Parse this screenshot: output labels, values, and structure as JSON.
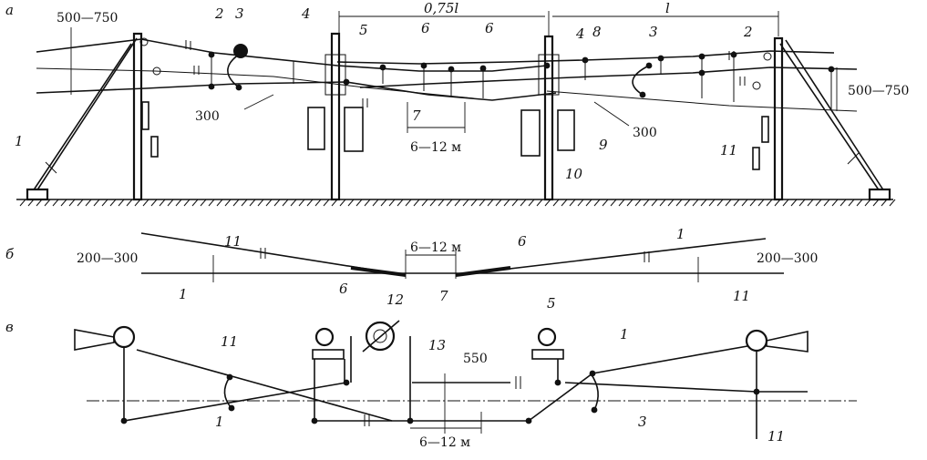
{
  "views": {
    "a": "а",
    "b": "б",
    "v": "в"
  },
  "dimensions": {
    "span_075l": "0,75l",
    "span_l": "l",
    "offset_500_750_left": "500—750",
    "offset_500_750_right": "500—750",
    "offset_300_left": "300",
    "offset_300_right": "300",
    "gap_6_12_a": "6—12 м",
    "gap_6_12_b": "6—12 м",
    "gap_6_12_v": "6—12 м",
    "offset_200_300_left": "200—300",
    "offset_200_300_right": "200—300",
    "gap_550": "550"
  },
  "callouts_a": [
    "1",
    "2",
    "3",
    "4",
    "5",
    "6",
    "6",
    "7",
    "8",
    "4",
    "3",
    "2",
    "9",
    "10",
    "11"
  ],
  "callouts_b": [
    "11",
    "6",
    "1",
    "1",
    "6",
    "7",
    "11"
  ],
  "callouts_v": [
    "11",
    "12",
    "13",
    "5",
    "1",
    "1",
    "3",
    "11"
  ],
  "colors": {
    "ink": "#111111",
    "background": "#ffffff"
  }
}
